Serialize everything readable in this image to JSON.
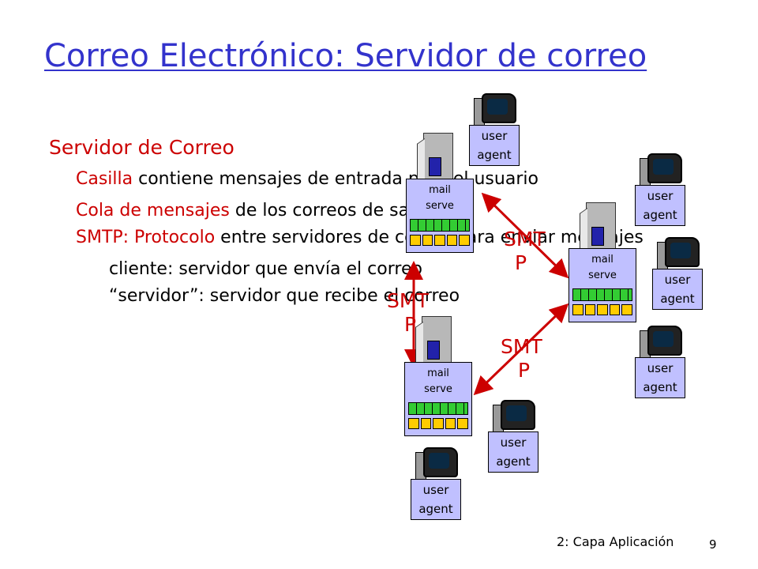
{
  "title": "Correo Electrónico: Servidor de correo",
  "section": "Servidor de Correo",
  "bullets": [
    {
      "highlight": "Casilla",
      "rest": " contiene mensajes de entrada para el usuario"
    },
    {
      "highlight": "Cola de mensajes",
      "rest": " de los correos de salida"
    },
    {
      "highlight": "SMTP: Protocolo",
      "rest": " entre servidores de correo para enviar mensajes"
    }
  ],
  "sub_bullets": [
    "cliente: servidor que envía el correo",
    "“servidor”: servidor que recibe el correo"
  ],
  "bullet_symbol": "",
  "diagram": {
    "server_label_1": "mail",
    "server_label_2": "serve",
    "agent_label_1": "user",
    "agent_label_2": "agent",
    "protocol_line_1": "SMT",
    "protocol_line_2": "P"
  },
  "footer": "2: Capa Aplicación",
  "page_number": "9",
  "colors": {
    "title": "#3333cc",
    "highlight": "#cc0000",
    "box_fill": "#c0c0ff",
    "queue": "#33cc33",
    "mailbox": "#ffcc00",
    "arrow": "#cc0000"
  }
}
